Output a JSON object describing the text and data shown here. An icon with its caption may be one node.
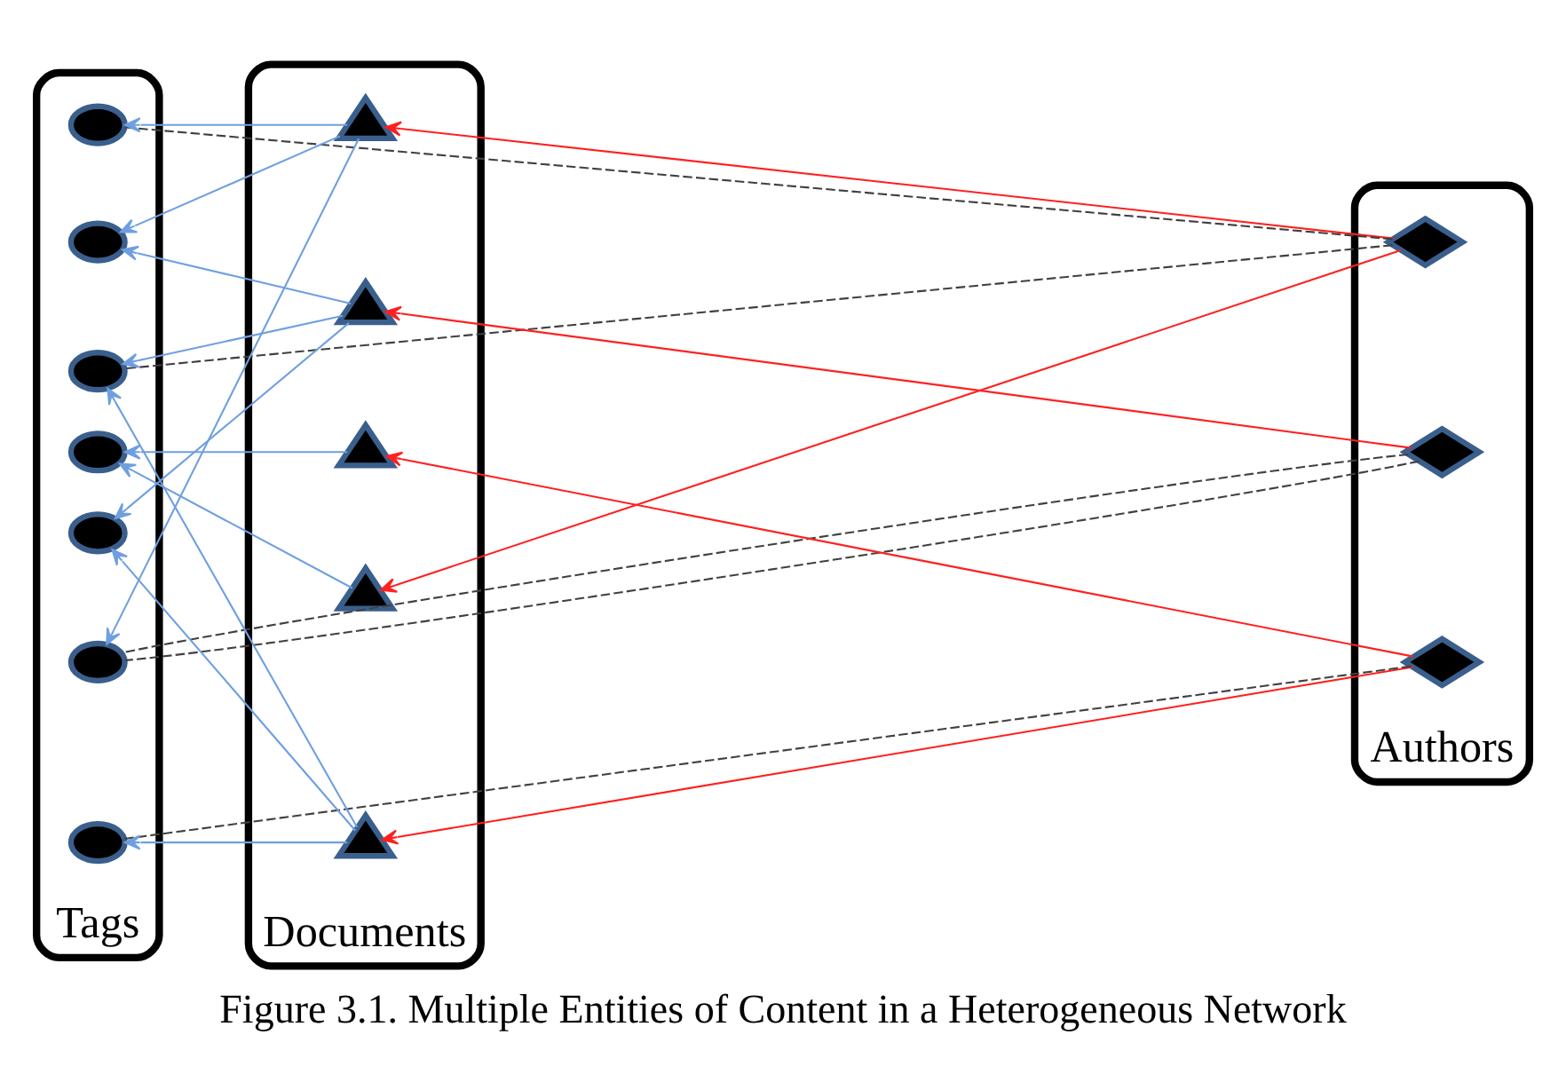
{
  "diagram": {
    "caption": "Figure 3.1. Multiple Entities of Content in a Heterogeneous Network",
    "nodes": [
      {
        "text": [
          "Authors"
        ]
      },
      {
        "text": [
          "Documents"
        ]
      },
      {
        "text": [
          "Tags"
        ]
      },
      {
        "text": [],
        "shape": "diamond",
        "in": 0
      },
      {
        "text": [],
        "shape": "diamond",
        "in": 0
      },
      {
        "text": [],
        "shape": "diamond",
        "in": 0
      },
      {
        "text": [],
        "shape": "triangle",
        "in": 1
      },
      {
        "text": [],
        "shape": "triangle",
        "in": 1
      },
      {
        "text": [],
        "shape": "triangle",
        "in": 1
      },
      {
        "text": [],
        "shape": "triangle",
        "in": 1
      },
      {
        "text": [],
        "shape": "triangle",
        "in": 1
      },
      {
        "text": [],
        "shape": "circle",
        "in": 2
      },
      {
        "text": [],
        "shape": "circle",
        "in": 2
      },
      {
        "text": [],
        "shape": "circle",
        "in": 2
      },
      {
        "text": [],
        "shape": "circle",
        "in": 2
      },
      {
        "text": [],
        "shape": "circle",
        "in": 2
      },
      {
        "text": [],
        "shape": "circle",
        "in": 2
      },
      {
        "text": [],
        "shape": "circle",
        "in": 2
      }
    ],
    "edges": [
      {
        "from": 3,
        "to": 6,
        "arrow": "to",
        "color": "#ff2020"
      },
      {
        "from": 3,
        "to": 9,
        "arrow": "to",
        "color": "#ff2020"
      },
      {
        "from": 4,
        "to": 7,
        "arrow": "to",
        "color": "#ff2020"
      },
      {
        "from": 5,
        "to": 8,
        "arrow": "to",
        "color": "#ff2020"
      },
      {
        "from": 5,
        "to": 10,
        "arrow": "to",
        "color": "#ff2020"
      },
      {
        "from": 6,
        "to": 11,
        "arrow": "to"
      },
      {
        "from": 6,
        "to": 12,
        "arrow": "to"
      },
      {
        "from": 6,
        "to": 16,
        "arrow": "to"
      },
      {
        "from": 7,
        "to": 12,
        "arrow": "to"
      },
      {
        "from": 7,
        "to": 13,
        "arrow": "to"
      },
      {
        "from": 7,
        "to": 15,
        "arrow": "to"
      },
      {
        "from": 8,
        "to": 14,
        "arrow": "to"
      },
      {
        "from": 9,
        "to": 14,
        "arrow": "to"
      },
      {
        "from": 10,
        "to": 13,
        "arrow": "to"
      },
      {
        "from": 10,
        "to": 15,
        "arrow": "to"
      },
      {
        "from": 10,
        "to": 17,
        "arrow": "to"
      },
      {
        "from": 3,
        "to": 11,
        "arrow": "none",
        "style": "dashed",
        "color": "#404040"
      },
      {
        "from": 3,
        "to": 13,
        "arrow": "none",
        "style": "dashed",
        "color": "#404040"
      },
      {
        "from": 4,
        "to": 16,
        "arrow": "none",
        "style": "dashed",
        "color": "#404040"
      },
      {
        "from": 4,
        "to": 16,
        "arrow": "none",
        "style": "dashed",
        "color": "#404040"
      },
      {
        "from": 5,
        "to": 17,
        "arrow": "none",
        "style": "dashed",
        "color": "#404040"
      }
    ]
  }
}
